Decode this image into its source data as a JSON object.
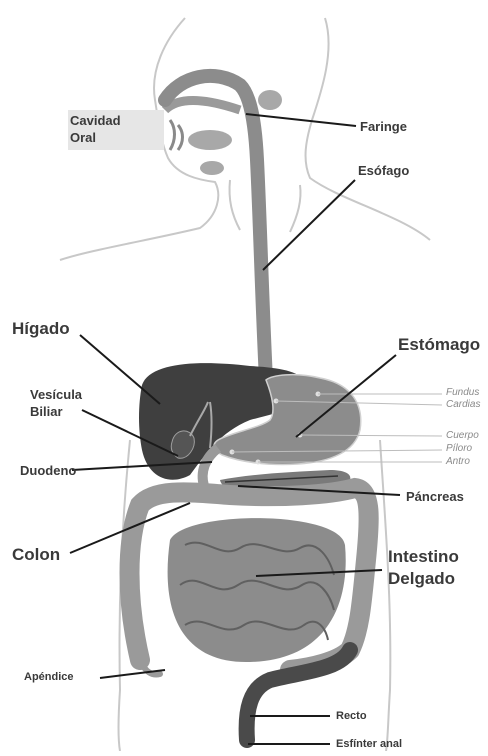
{
  "labels": {
    "oral_line1": "Cavidad",
    "oral_line2": "Oral",
    "faringe": "Faringe",
    "esofago": "Esófago",
    "higado": "Hígado",
    "estomago": "Estómago",
    "vesicula_line1": "Vesícula",
    "vesicula_line2": "Biliar",
    "duodeno": "Duodeno",
    "colon": "Colon",
    "intestino_line1": "Intestino",
    "intestino_line2": "Delgado",
    "pancreas": "Páncreas",
    "apendice": "Apéndice",
    "recto": "Recto",
    "esfinter": "Esfínter anal",
    "fundus": "Fundus",
    "cardias": "Cardias",
    "cuerpo": "Cuerpo",
    "piloro": "Píloro",
    "antro": "Antro"
  },
  "colors": {
    "outline": "#c8c8c8",
    "organ_gray": "#8c8c8c",
    "liver": "#3f3f3f",
    "gallbladder": "#555555",
    "colon": "#9a9a9a",
    "rectum": "#4a4a4a",
    "pointer": "#1a1a1a"
  }
}
